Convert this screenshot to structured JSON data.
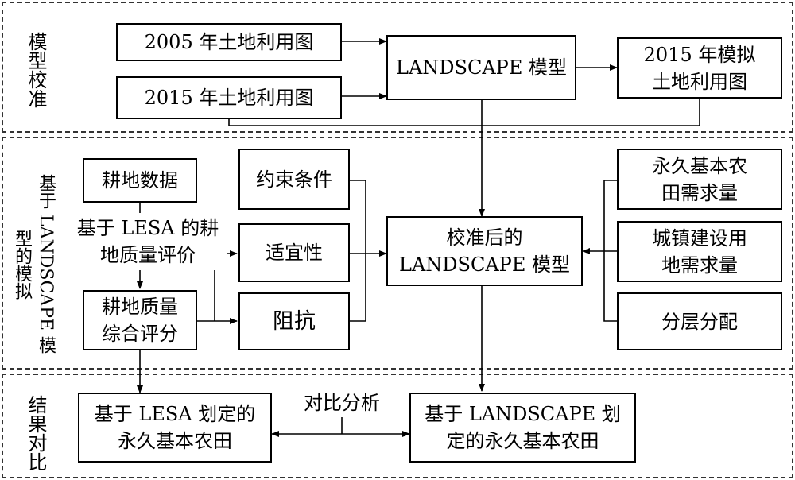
{
  "sections": {
    "calibration": "模型校准",
    "simulation": "基于 LANDSCAPE 模型的模拟",
    "comparison": "结果对比"
  },
  "nodes": {
    "landuse_2005": "2005 年土地利用图",
    "landuse_2015": "2015 年土地利用图",
    "landscape_model": "LANDSCAPE 模型",
    "simulated_2015": "2015 年模拟\n土地利用图",
    "farmland_data": "耕地数据",
    "lesa_eval": "基于 LESA 的耕\n地质量评价",
    "farmland_score": "耕地质量\n综合评分",
    "constraints": "约束条件",
    "suitability": "适宜性",
    "resistance": "阻抗",
    "calibrated_model": "校准后的\nLANDSCAPE 模型",
    "basic_farmland_demand": "永久基本农\n田需求量",
    "urban_land_demand": "城镇建设用\n地需求量",
    "hierarchical_allocation": "分层分配",
    "lesa_result": "基于 LESA 划定的\n永久基本农田",
    "landscape_result": "基于 LANDSCAPE 划\n定的永久基本农田",
    "comparison_label": "对比分析"
  }
}
